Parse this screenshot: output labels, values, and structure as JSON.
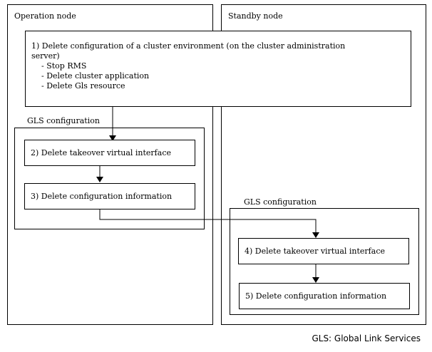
{
  "operation_node": {
    "label": "Operation node"
  },
  "standby_node": {
    "label": "Standby node"
  },
  "admin_step": {
    "title_line1": "1) Delete configuration of a cluster environment (on the cluster administration",
    "title_line2": "server)",
    "items": [
      "- Stop RMS",
      "- Delete cluster application",
      "- Delete Gls resource"
    ]
  },
  "op_gls": {
    "label": "GLS configuration",
    "steps": [
      "2) Delete takeover virtual interface",
      "3) Delete configuration information"
    ]
  },
  "sb_gls": {
    "label": "GLS configuration",
    "steps": [
      "4) Delete takeover virtual interface",
      "5) Delete configuration information"
    ]
  },
  "footnote": "GLS: Global Link Services"
}
